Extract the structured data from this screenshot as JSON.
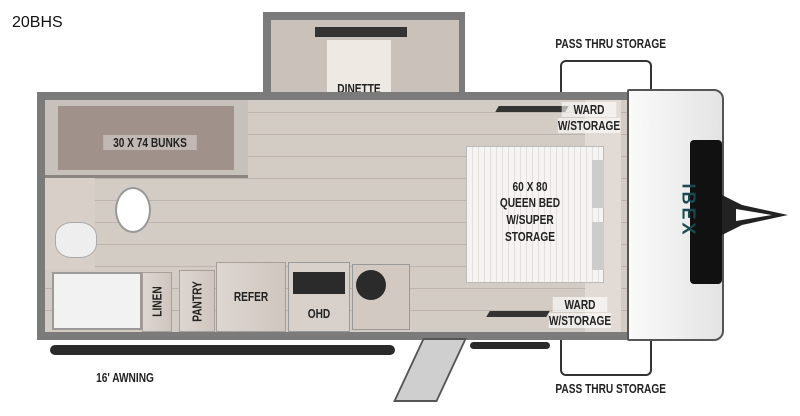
{
  "model": "20BHS",
  "labels": {
    "dinette": "DINETTE",
    "bunks": "30 X 74 BUNKS",
    "bed": [
      "60 X 80",
      "QUEEN BED",
      "W/SUPER",
      "STORAGE"
    ],
    "ward_top": [
      "WARD",
      "W/STORAGE"
    ],
    "ward_bottom": [
      "WARD",
      "W/STORAGE"
    ],
    "pass_thru_top": "PASS THRU STORAGE",
    "pass_thru_bottom": "PASS THRU STORAGE",
    "linen": "LINEN",
    "pantry": "PANTRY",
    "refer": "REFER",
    "ohd": "OHD",
    "awning": "16' AWNING"
  },
  "brand": "IBEX"
}
